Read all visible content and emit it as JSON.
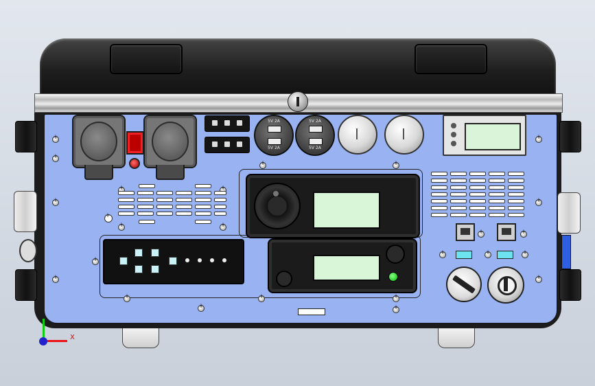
{
  "usb_labels": {
    "left_top": "5V 2A",
    "left_bottom": "5V 2A",
    "right_top": "5V 2A",
    "right_bottom": "5V 2A"
  },
  "axis_triad": {
    "x_label": "X"
  },
  "colors": {
    "panel": "#98b2f2",
    "lid": "#1e1e1e",
    "lcd": "#d9f6d9",
    "rocker": "#b00000",
    "status_led": "#00bb00",
    "key_cyan": "#c9f2f7"
  },
  "icons": [
    "screw-icon",
    "power-socket-icon",
    "usb-port-icon",
    "rj45-port-icon",
    "emergency-stop-icon",
    "key-switch-icon",
    "rotary-knob-icon"
  ]
}
